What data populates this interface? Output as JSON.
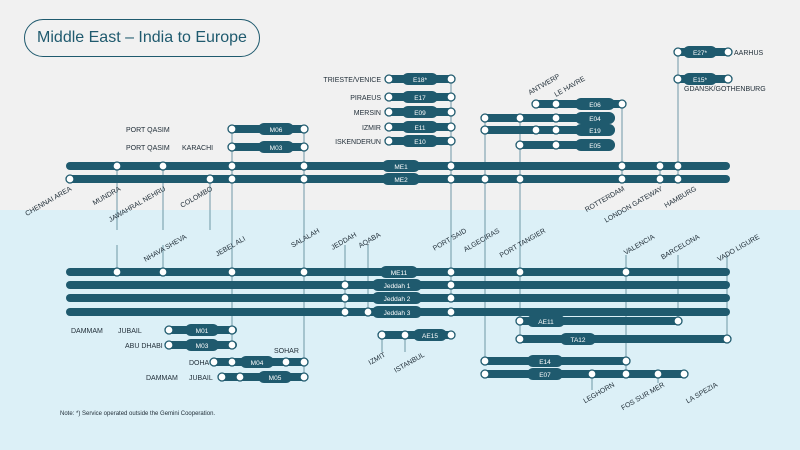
{
  "title": "Middle East – India to Europe",
  "note": "Note: *) Service operated outside the Gemini Cooperation.",
  "colors": {
    "top_bg": "#f1f1f1",
    "bottom_bg": "#dcf0f7",
    "line": "#1f5a6e",
    "text": "#23303a"
  },
  "services": {
    "E27": "E27*",
    "E15": "E15*",
    "E18": "E18*",
    "E17": "E17",
    "E09": "E09",
    "E11": "E11",
    "E10": "E10",
    "M06": "M06",
    "M03_top": "M03",
    "E06": "E06",
    "E04": "E04",
    "E19": "E19",
    "E05": "E05",
    "ME1": "ME1",
    "ME2": "ME2",
    "ME11": "ME11",
    "Jeddah1": "Jeddah 1",
    "Jeddah2": "Jeddah 2",
    "Jeddah3": "Jeddah 3",
    "AE15": "AE15",
    "AE11": "AE11",
    "TA12": "TA12",
    "M01": "M01",
    "M03_bot": "M03",
    "M04": "M04",
    "M05": "M05",
    "E14": "E14",
    "E07": "E07"
  },
  "ports": {
    "aarhus": "AARHUS",
    "gdansk": "GDANSK/GOTHENBURG",
    "trieste": "TRIESTE/VENICE",
    "piraeus": "PIRAEUS",
    "mersin": "MERSIN",
    "izmir": "IZMIR",
    "iskenderun": "ISKENDERUN",
    "antwerp": "ANTWERP",
    "lehavre": "LE HAVRE",
    "portqasim1": "PORT QASIM",
    "portqasim2": "PORT QASIM",
    "karachi": "KARACHI",
    "chennai": "CHENNAI AREA",
    "mundra": "MUNDRA",
    "nehru": "JAWAHRAL NEHRU",
    "colombo": "COLOMBO",
    "salalah": "SALALAH",
    "portsaid": "PORT SAID",
    "algeciras": "ALGECIRAS",
    "tangier": "PORT TANGIER",
    "rotterdam": "ROTTERDAM",
    "london": "LONDON GATEWAY",
    "hamburg": "HAMBURG",
    "nhava": "NHAVA SHEVA",
    "jebelali": "JEBEL ALI",
    "jeddah": "JEDDAH",
    "aqaba": "AQABA",
    "valencia": "VALENCIA",
    "barcelona": "BARCELONA",
    "vado": "VADO LIGURE",
    "izmit": "IZMIT",
    "istanbul": "ISTANBUL",
    "dammam1": "DAMMAM",
    "jubail1": "JUBAIL",
    "abudhabi": "ABU DHABI",
    "doha": "DOHA",
    "sohar": "SOHAR",
    "dammam2": "DAMMAM",
    "jubail2": "JUBAIL",
    "leghorn": "LEGHORN",
    "fos": "FOS SUR MER",
    "laspezia": "LA SPEZIA"
  }
}
